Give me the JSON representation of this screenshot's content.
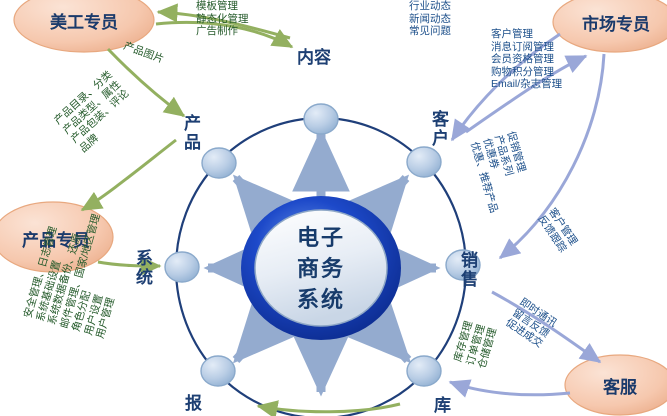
{
  "diagram": {
    "title": "电子商务系统",
    "hub": {
      "lines": [
        "电子",
        "商务",
        "系统"
      ]
    },
    "nodes": [
      {
        "id": "content",
        "label": "内容"
      },
      {
        "id": "customer",
        "label": "客\n户"
      },
      {
        "id": "sales",
        "label": "销\n售"
      },
      {
        "id": "stock",
        "label": "库"
      },
      {
        "id": "report",
        "label": "报"
      },
      {
        "id": "system",
        "label": "系\n统"
      },
      {
        "id": "product",
        "label": "产\n品"
      }
    ],
    "roles": [
      {
        "id": "art-staff",
        "label": "美工专员"
      },
      {
        "id": "market-staff",
        "label": "市场专员"
      },
      {
        "id": "product-staff",
        "label": "产品专员"
      },
      {
        "id": "service-staff",
        "label": "客服"
      }
    ],
    "annotations": [
      {
        "id": "ann-template",
        "text": "模板管理\n静态化管理\n广告制作",
        "color": "green"
      },
      {
        "id": "ann-news",
        "text": "行业动态\n新闻动态\n常见问题",
        "color": "blue"
      },
      {
        "id": "ann-customer",
        "text": "客户管理\n消息订阅管理\n会员资格管理\n购物积分管理\nEmail/杂志管理",
        "color": "blue"
      },
      {
        "id": "ann-product-img",
        "text": "产品图片",
        "color": "green"
      },
      {
        "id": "ann-product",
        "text": "产品目录、分类\n产品类型、属性\n产品包装、评论\n品牌",
        "color": "green"
      },
      {
        "id": "ann-promo",
        "text": "促销管理\n产品系列\n优惠券\n优惠、推荐产品",
        "color": "blue"
      },
      {
        "id": "ann-feedback",
        "text": "客户管理\n反馈跟踪",
        "color": "blue"
      },
      {
        "id": "ann-comm",
        "text": "即时通讯\n留言反馈\n促进成交",
        "color": "blue"
      },
      {
        "id": "ann-system",
        "text": "安全管理、日志管理\n系统基础设置\n系统数据备份、还原\n邮件管理、国家/地区管理\n角色分配\n用户设置\n用户管理",
        "color": "green"
      },
      {
        "id": "ann-stock",
        "text": "库存管理\n订单管理\n仓储管理",
        "color": "green"
      }
    ]
  },
  "colors": {
    "ellipse_fill": "#f6cbb3",
    "ellipse_stroke": "#e8a87f",
    "node_fill": "#b9cde5",
    "node_stroke": "#8aa9cb",
    "ring": "#1f3f7a",
    "hub_outer": "#1540c4",
    "hub_inner": "#d9e2ef",
    "arrow_blue": "#7f9dc4",
    "arrow_green": "#8fae5c",
    "arrow_lilac": "#9aa7d8",
    "text_blue": "#1d3f73",
    "text_green": "#245a2a"
  }
}
